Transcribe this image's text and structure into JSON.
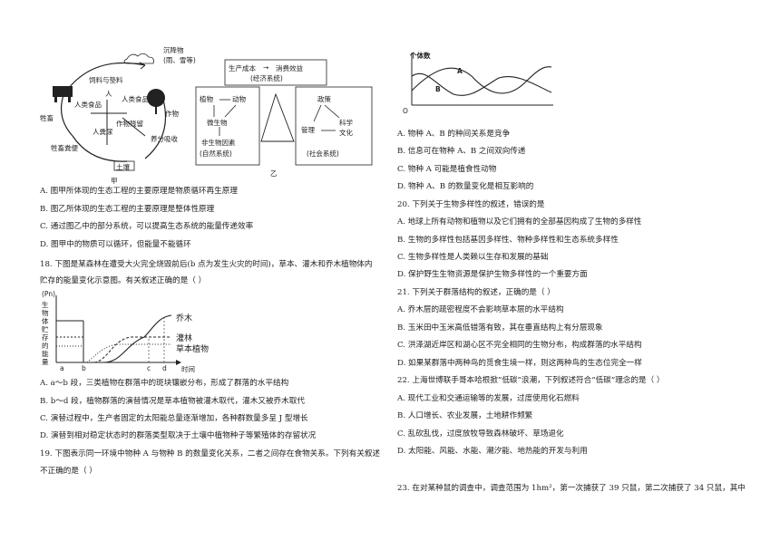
{
  "figure_jia": {
    "nodes": {
      "rain": "沉降物\n(雨、雪等)",
      "feed": "饲料与垫料",
      "people": "人",
      "human_food1": "人类食品",
      "human_food2": "人类食品",
      "livestock": "牲畜",
      "crop_residue": "作物残留",
      "crops": "作物",
      "human_excreta": "人粪尿",
      "nutrient_absorb": "养分吸收",
      "manure": "牲畜粪便",
      "soil": "土壤"
    },
    "caption": "甲"
  },
  "figure_yi": {
    "economic": {
      "cost": "生产成本",
      "arrow": "→",
      "benefit": "消费效益",
      "name": "(经济系统)"
    },
    "natural": {
      "plant": "植物",
      "animal": "动物",
      "microbe": "微生物",
      "nonbio": "非生物因素",
      "name": "(自然系统)"
    },
    "social": {
      "policy": "政策",
      "manage": "管理",
      "science1": "科学",
      "science2": "文化",
      "name": "(社会系统)"
    },
    "caption": "乙"
  },
  "left_lines": [
    "A. 图甲所体现的生态工程的主要原理是物质循环再生原理",
    "B. 图乙所体现的生态工程的主要原理是整体性原理",
    "C. 通过图乙中的部分系统，可以提高生态系统的能量传递效率",
    "D. 图甲中的物质可以循环，但能量不能循环",
    "18. 下图是某森林在遭受大火完全烧毁前后(b 点为发生火灾的时间)，草本、灌木和乔木植物体内",
    "贮存的能量变化示意图。有关叙述正确的是（          ）"
  ],
  "left_lines2": [
    "A. a～b 段，三类植物在群落中的斑块镶嵌分布，形成了群落的水平结构",
    "B. b～d 段，植物群落的演替情况是草本植物被灌木取代，灌木又被乔木取代",
    "C. 演替过程中，生产者固定的太阳能总量逐渐增加，各种群数量多呈 J 型增长",
    "D. 演替到相对稳定状态时的群落类型取决于土壤中植物种子等繁殖体的存留状况",
    "19. 下图表示同一环境中物种 A 与物种 B 的数量变化关系，二者之间存在食物关系。下列有关叙述",
    "不正确的是（  ）"
  ],
  "energy_chart": {
    "ylabel_top": "(Pn)",
    "ylabel": "生物体贮存的能量",
    "xlabel": "时间",
    "ticks": [
      "a",
      "b",
      "c",
      "d"
    ],
    "series": [
      {
        "name": "乔木"
      },
      {
        "name": "灌林"
      },
      {
        "name": "草本植物"
      }
    ]
  },
  "pop_chart": {
    "ylabel": "个体数",
    "origin": "O",
    "series": [
      {
        "name": "A"
      },
      {
        "name": "B"
      }
    ]
  },
  "right_lines": [
    "A. 物种 A、B 的种间关系是竞争",
    "B. 信息可在物种 A、B 之间双向传递",
    "C. 物种 A 可能是植食性动物",
    "D. 物种 A、B 的数量变化是相互影响的",
    "20. 下列关于生物多样性的叙述，错误的是",
    "A. 地球上所有动物和植物以及它们拥有的全部基因构成了生物的多样性",
    "B. 生物的多样性包括基因多样性、物种多样性和生态系统多样性",
    "C. 生物多样性是人类赖以生存和发展的基础",
    "D. 保护野生生物资源是保护生物多样性的一个重要方面",
    "21. 下列关于群落结构的叙述，正确的是（          ）",
    "A. 乔木层的疏密程度不会影响草本层的水平结构",
    "B. 玉米田中玉米高低错落有致，其在垂直结构上有分层现象",
    "C. 洪泽湖近岸区和湖心区不完全相同的生物分布，构成群落的水平结构",
    "D. 如果某群落中两种鸟的觅食生境一样，则这两种鸟的生态位完全一样",
    "22. 上海世博联手哥本哈根掀“低碳”浪潮，下列叙述符合“低碳”理念的是（          ）",
    "A. 现代工业和交通运输等的发展，过度使用化石燃料",
    "B. 人口增长、农业发展，土地耕作频繁",
    "C. 乱砍乱伐，过度放牧导致森林破坏、草场退化",
    "D. 太阳能、风能、水能、潮汐能、地热能的开发与利用"
  ],
  "q23": "23. 在对某种鼠的调查中，调查范围为 1hm²，第一次捕获了 39 只鼠，第二次捕获了 34 只鼠，其中"
}
